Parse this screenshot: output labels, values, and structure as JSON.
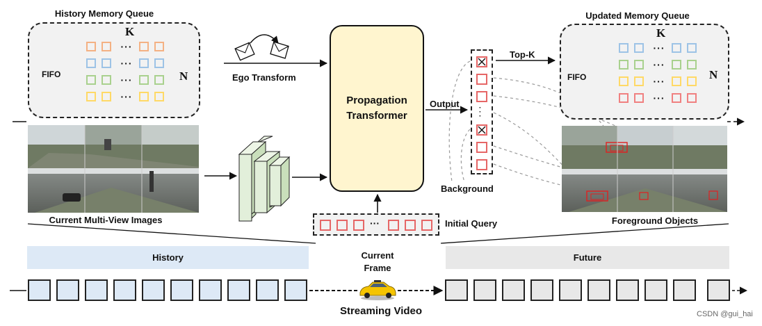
{
  "history_queue": {
    "title": "History Memory Queue",
    "k_label": "K",
    "n_label": "N",
    "fifo_label": "FIFO",
    "row_colors": [
      "#f4b183",
      "#9dc3e6",
      "#a9d18e",
      "#ffd966"
    ]
  },
  "updated_queue": {
    "title": "Updated Memory Queue",
    "k_label": "K",
    "n_label": "N",
    "fifo_label": "FIFO",
    "row_colors": [
      "#9dc3e6",
      "#a9d18e",
      "#ffd966",
      "#f08080"
    ]
  },
  "ego_transform": {
    "label": "Ego Transform"
  },
  "propagation": {
    "line1": "Propagation",
    "line2": "Transformer"
  },
  "output": {
    "label": "Output",
    "top_k": "Top-K",
    "background": "Background",
    "query_color": "#e66666"
  },
  "initial_query": {
    "label": "Initial Query"
  },
  "images": {
    "caption": "Current Multi-View Images"
  },
  "foreground": {
    "caption": "Foreground Objects"
  },
  "timeline": {
    "history": "History",
    "current_line1": "Current",
    "current_line2": "Frame",
    "future": "Future",
    "streaming": "Streaming Video",
    "history_color": "#dde9f6",
    "future_color": "#e8e8e8"
  },
  "watermark": "CSDN @gui_hai"
}
